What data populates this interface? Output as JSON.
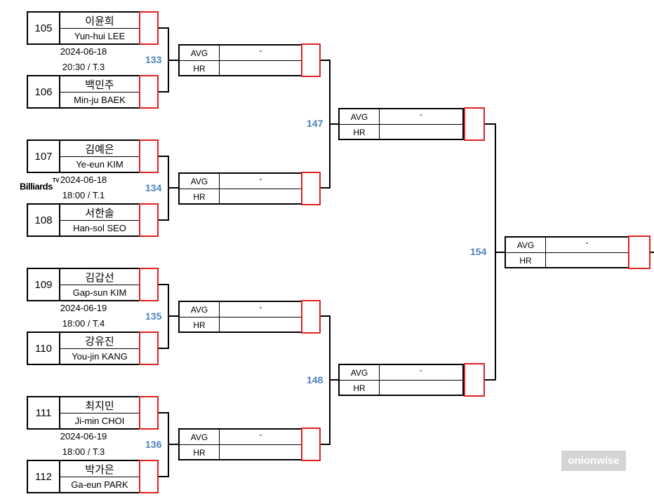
{
  "logo": {
    "text": "Billiards",
    "sup": "TV"
  },
  "watermark": "onionwise",
  "labels": {
    "avg": "AVG",
    "hr": "HR",
    "dash": "-"
  },
  "players": [
    {
      "seed": "105",
      "name_ko": "이윤희",
      "name_en": "Yun-hui LEE"
    },
    {
      "seed": "106",
      "name_ko": "백민주",
      "name_en": "Min-ju BAEK"
    },
    {
      "seed": "107",
      "name_ko": "김예은",
      "name_en": "Ye-eun KIM"
    },
    {
      "seed": "108",
      "name_ko": "서한솔",
      "name_en": "Han-sol SEO"
    },
    {
      "seed": "109",
      "name_ko": "김갑선",
      "name_en": "Gap-sun KIM"
    },
    {
      "seed": "110",
      "name_ko": "강유진",
      "name_en": "You-jin KANG"
    },
    {
      "seed": "111",
      "name_ko": "최지민",
      "name_en": "Ji-min CHOI"
    },
    {
      "seed": "112",
      "name_ko": "박가은",
      "name_en": "Ga-eun PARK"
    }
  ],
  "schedules": [
    {
      "date": "2024-06-18",
      "time": "20:30 / T.3"
    },
    {
      "date": "2024-06-18",
      "time": "18:00 / T.1"
    },
    {
      "date": "2024-06-19",
      "time": "18:00 / T.4"
    },
    {
      "date": "2024-06-19",
      "time": "18:00 / T.3"
    }
  ],
  "matches": {
    "m133": "133",
    "m134": "134",
    "m135": "135",
    "m136": "136",
    "m147": "147",
    "m148": "148",
    "m154": "154"
  },
  "colors": {
    "accent": "#4f81bd",
    "score_border": "#e02020"
  }
}
